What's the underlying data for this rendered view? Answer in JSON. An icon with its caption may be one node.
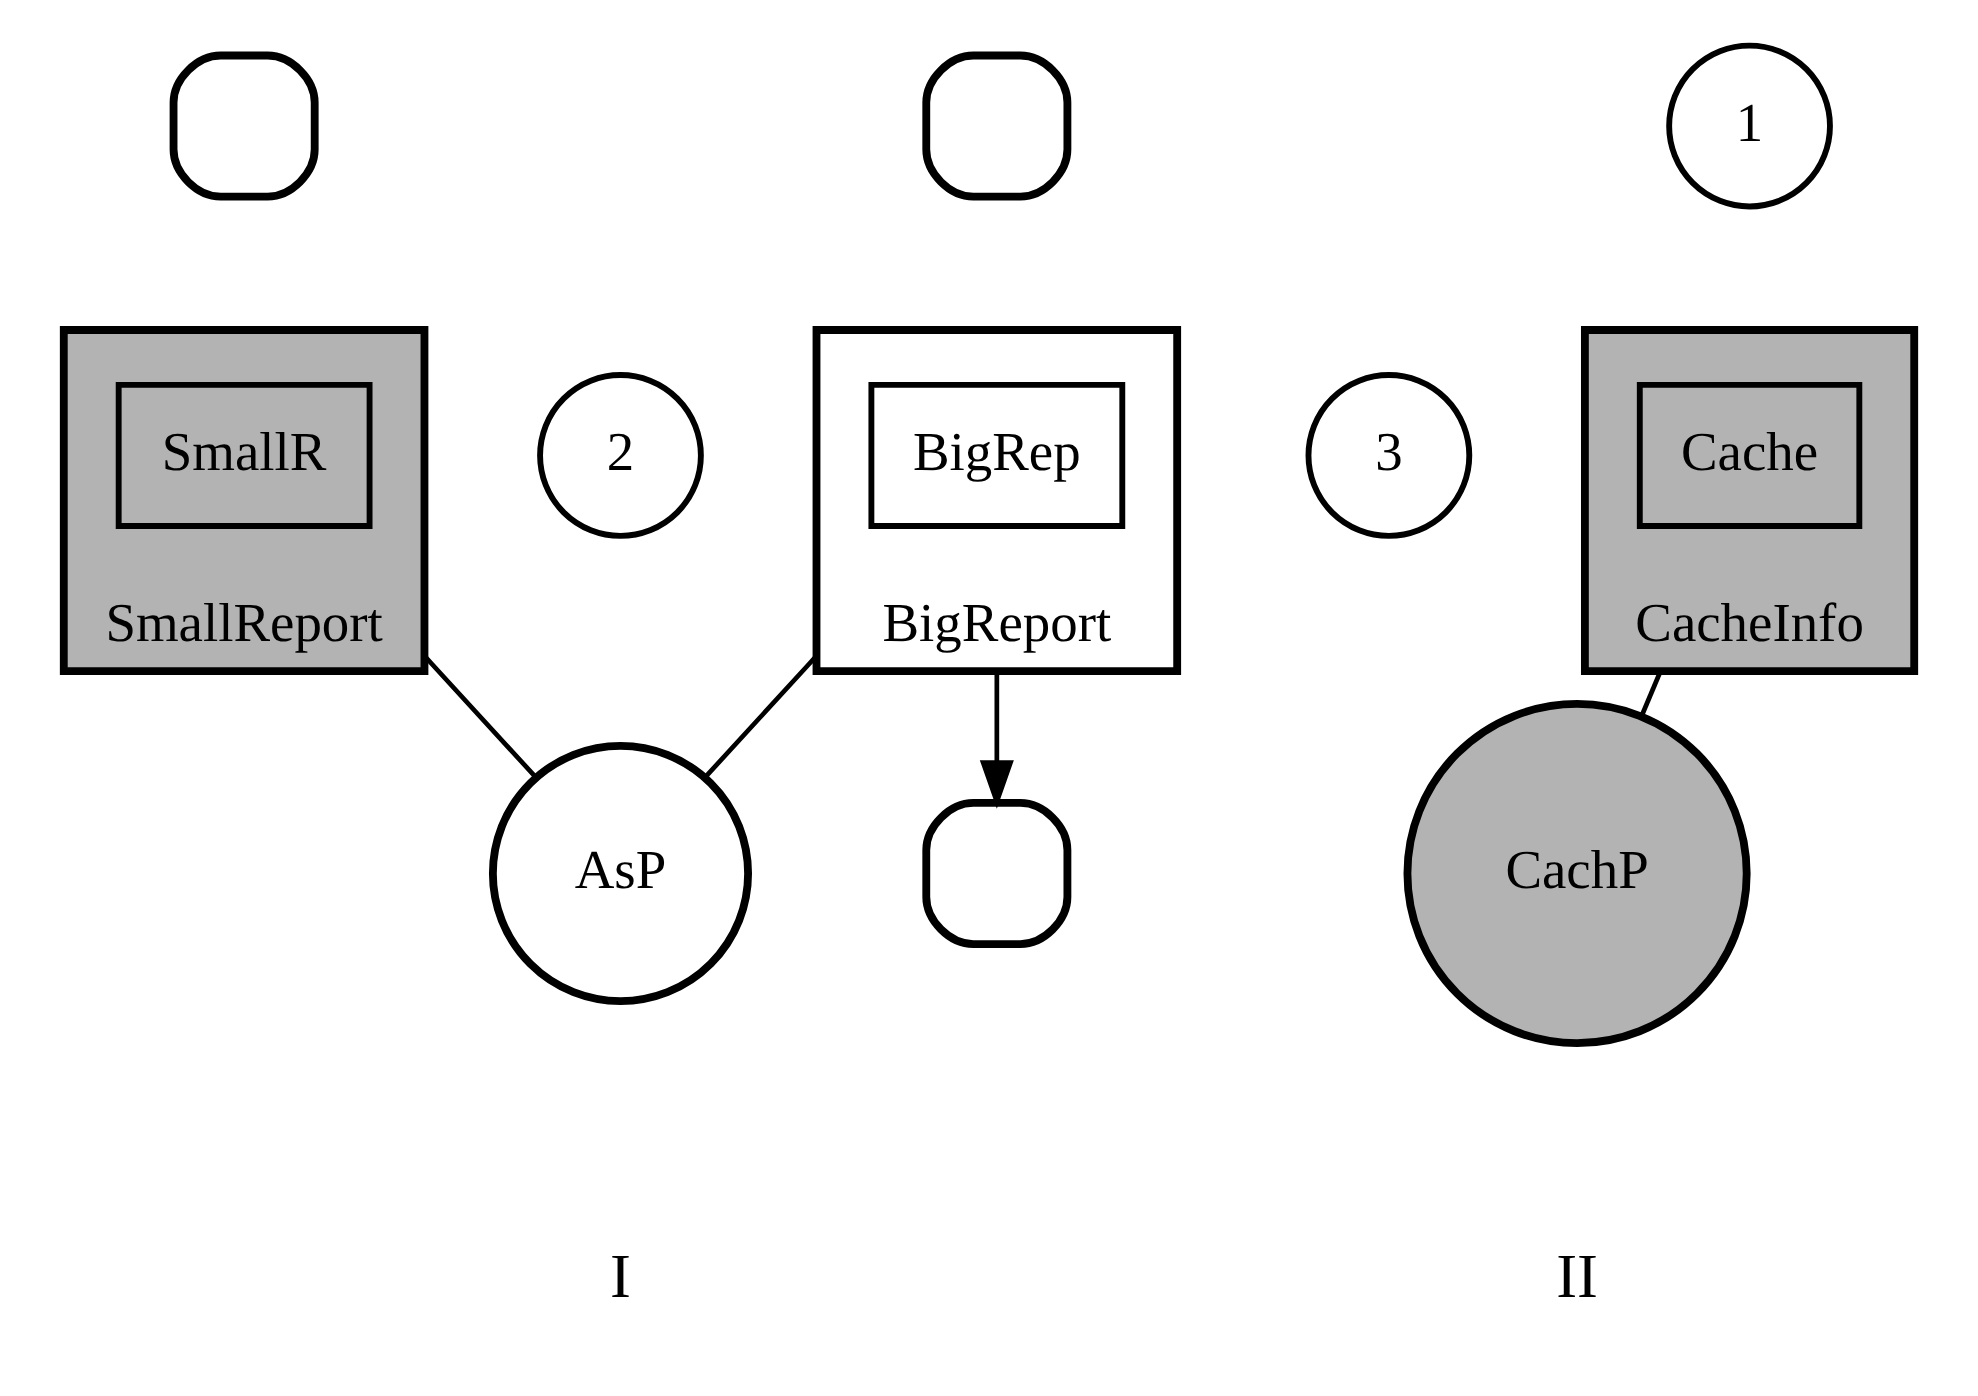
{
  "diagram": {
    "nodes": [
      {
        "text": [],
        "shape": "box"
      },
      {
        "text": [
          "SmallReport"
        ]
      },
      {
        "text": [
          "SmallR"
        ],
        "in": 1
      },
      {
        "text": [],
        "shape": "box"
      },
      {
        "text": [
          "BigReport"
        ]
      },
      {
        "text": [
          "BigRep"
        ],
        "in": 4
      },
      {
        "text": [],
        "shape": "box"
      },
      {
        "text": [
          "CacheInfo"
        ]
      },
      {
        "text": [
          "Cache"
        ],
        "in": 7
      },
      {
        "text": [
          "AsP"
        ]
      },
      {
        "text": [
          "CachP"
        ]
      },
      {
        "text": [
          "2"
        ]
      },
      {
        "text": [
          "1"
        ]
      },
      {
        "text": [
          "3"
        ]
      }
    ],
    "edges": [
      {
        "from": 4,
        "to": 6,
        "arrow": "to"
      },
      {
        "from": 1,
        "to": 9,
        "arrow": "none"
      },
      {
        "from": 4,
        "to": 9,
        "arrow": "none"
      },
      {
        "from": 7,
        "to": 10,
        "arrow": "none"
      }
    ],
    "labels": [
      "I",
      "II"
    ]
  }
}
